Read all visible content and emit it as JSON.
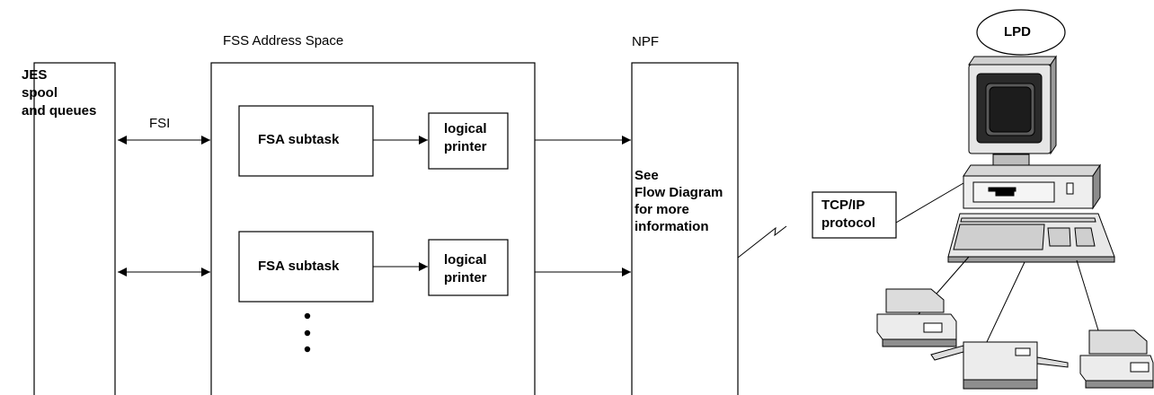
{
  "regions": {
    "fss_address_space": "FSS Address Space",
    "npf": "NPF"
  },
  "jes": {
    "lines": [
      "JES",
      "spool",
      "and queues"
    ]
  },
  "fsi_label": "FSI",
  "fsa_subtasks": [
    {
      "label": "FSA subtask",
      "printer": [
        "logical",
        "printer"
      ]
    },
    {
      "label": "FSA subtask",
      "printer": [
        "logical",
        "printer"
      ]
    }
  ],
  "npf_note": [
    "See",
    "Flow Diagram",
    "for more",
    "information"
  ],
  "tcpip": [
    "TCP/IP",
    "protocol"
  ],
  "lpd": "LPD",
  "icons": {
    "workstation": "computer-workstation-icon",
    "printers": [
      "dot-matrix-printer-icon",
      "laser-printer-icon",
      "dot-matrix-printer-icon"
    ],
    "link": "network-lightning-icon"
  }
}
